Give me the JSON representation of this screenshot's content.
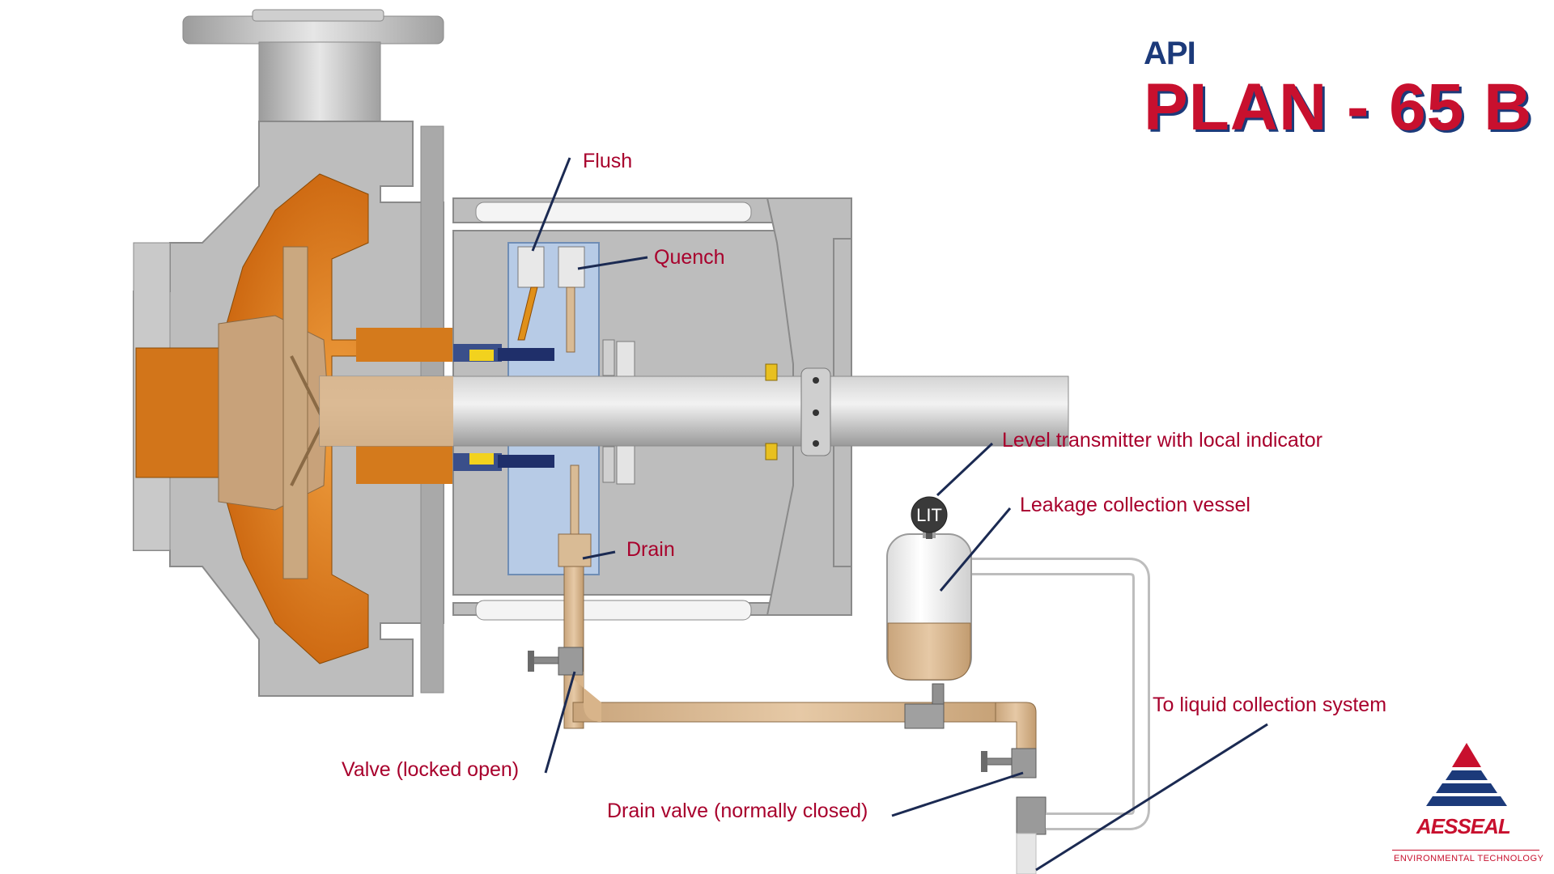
{
  "title": {
    "prefix": "API",
    "main": "PLAN - 65 B"
  },
  "labels": {
    "flush": "Flush",
    "quench": "Quench",
    "drain": "Drain",
    "level_transmitter": "Level transmitter with local indicator",
    "leakage_vessel": "Leakage collection vessel",
    "to_liquid_collection": "To liquid collection system",
    "valve_locked_open": "Valve (locked open)",
    "drain_valve": "Drain valve (normally closed)"
  },
  "instrument_tag": "LIT",
  "logo": {
    "name": "AESSEAL",
    "tagline": "ENVIRONMENTAL TECHNOLOGY"
  },
  "colors": {
    "label_red": "#a8002c",
    "title_red": "#c8102e",
    "title_navy": "#1c3a7a",
    "casing_gray": "#b9b9b9",
    "process_orange": "#d9780f",
    "leakage_tan": "#d8b48a",
    "seal_blue": "#b7cbe6"
  }
}
